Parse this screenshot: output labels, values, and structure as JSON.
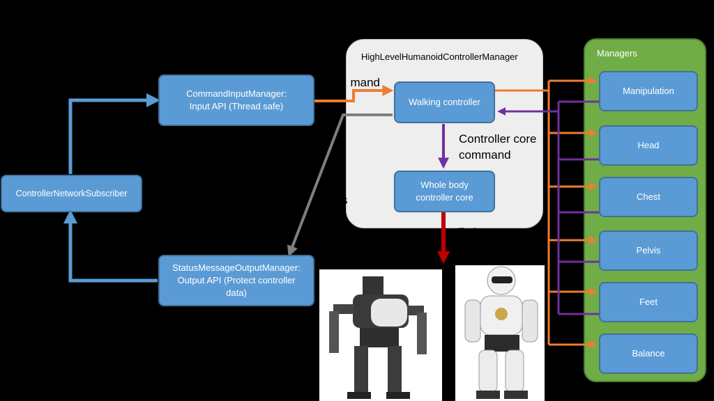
{
  "boxes": {
    "controller_network_subscriber": "ControllerNetworkSubscriber",
    "command_input_manager": "CommandInputManager:\nInput API (Thread safe)",
    "status_message_output_manager": "StatusMessageOutputManager:\nOutput API (Protect controller\ndata)",
    "walking_controller": "Walking controller",
    "whole_body_controller_core": "Whole body\ncontroller core"
  },
  "high_level_manager": {
    "title": "HighLevelHumanoidControllerManager"
  },
  "managers": {
    "title": "Managers",
    "items": [
      "Manipulation",
      "Head",
      "Chest",
      "Pelvis",
      "Feet",
      "Balance"
    ]
  },
  "labels": {
    "command": "mand",
    "controller_core_command": "Controller core\ncommand",
    "status": "s",
    "robot": "Robot"
  },
  "colors": {
    "box_fill": "#5b9bd5",
    "blue_arrow": "#5b9bd5",
    "orange_arrow": "#ed7d31",
    "purple_arrow": "#7030a0",
    "gray_arrow": "#7f7f7f",
    "red_arrow": "#c00000",
    "managers_fill": "#70ad47"
  }
}
